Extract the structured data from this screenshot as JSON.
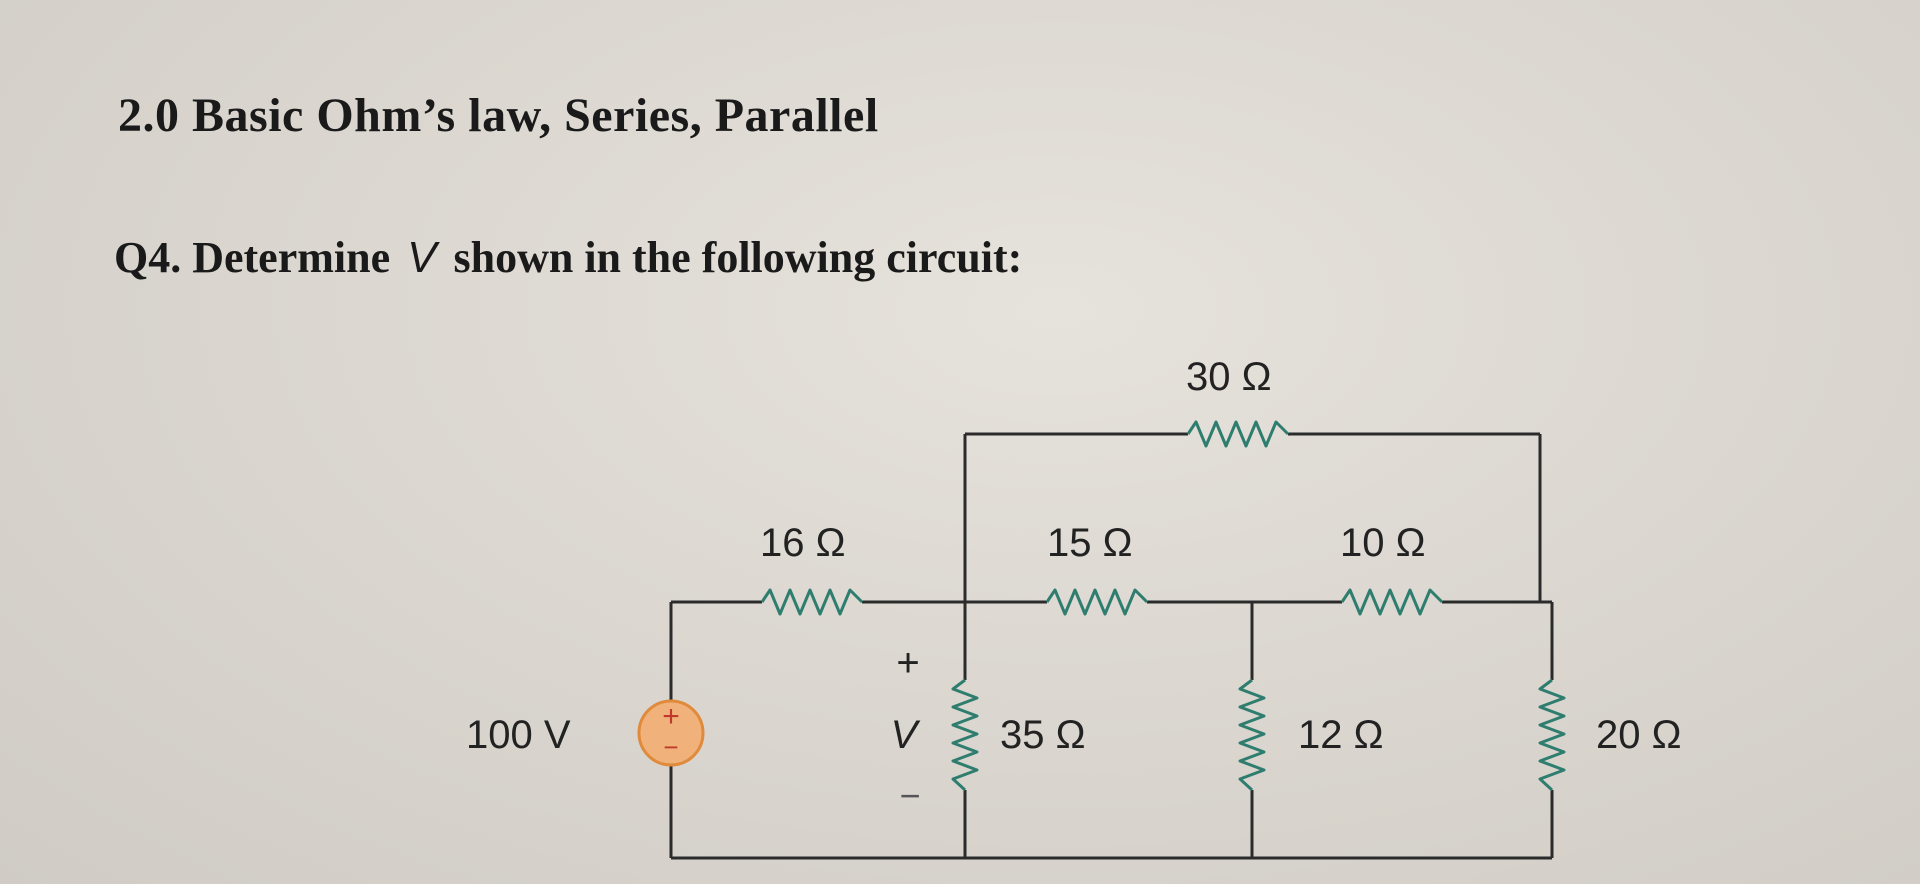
{
  "header": {
    "section_title": "2.0 Basic Ohm’s law, Series, Parallel"
  },
  "question": {
    "prefix": "Q4. Determine",
    "variable": "V",
    "suffix": "shown in the following circuit:"
  },
  "circuit": {
    "source": {
      "label": "100 V",
      "plus_sign": "+",
      "minus_sign": "−",
      "fill_color": "#f0b27a",
      "stroke_color": "#e08a3c"
    },
    "resistors": {
      "r16": "16 Ω",
      "r15": "15 Ω",
      "r10": "10 Ω",
      "r30": "30 Ω",
      "r35": "35 Ω",
      "r12": "12 Ω",
      "r20": "20 Ω"
    },
    "voltage_marker": {
      "plus": "+",
      "variable": "V",
      "minus": "−"
    },
    "resistor_color": "#2e7d6e",
    "wire_color": "#2b2b2b"
  }
}
